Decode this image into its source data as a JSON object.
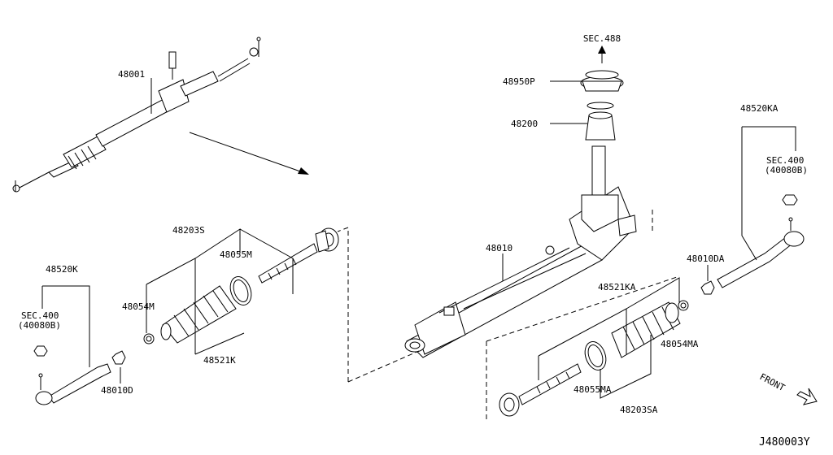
{
  "diagram_id": "J480003Y",
  "front_label": "FRONT",
  "parts": {
    "p48001": "48001",
    "p48010": "48010",
    "p48200": "48200",
    "p48950p": "48950P",
    "sec488": "SEC.488",
    "p48520ka": "48520KA",
    "sec400_right": "SEC.400",
    "p40080b_right": "(40080B)",
    "p48010da": "48010DA",
    "p48521ka": "48521KA",
    "p48054ma": "48054MA",
    "p48055ma": "48055MA",
    "p48203sa": "48203SA",
    "p48203s": "48203S",
    "p48055m": "48055M",
    "p48054m": "48054M",
    "p48521k": "48521K",
    "p48520k": "48520K",
    "sec400_left": "SEC.400",
    "p40080b_left": "(40080B)",
    "p48010d": "48010D"
  }
}
